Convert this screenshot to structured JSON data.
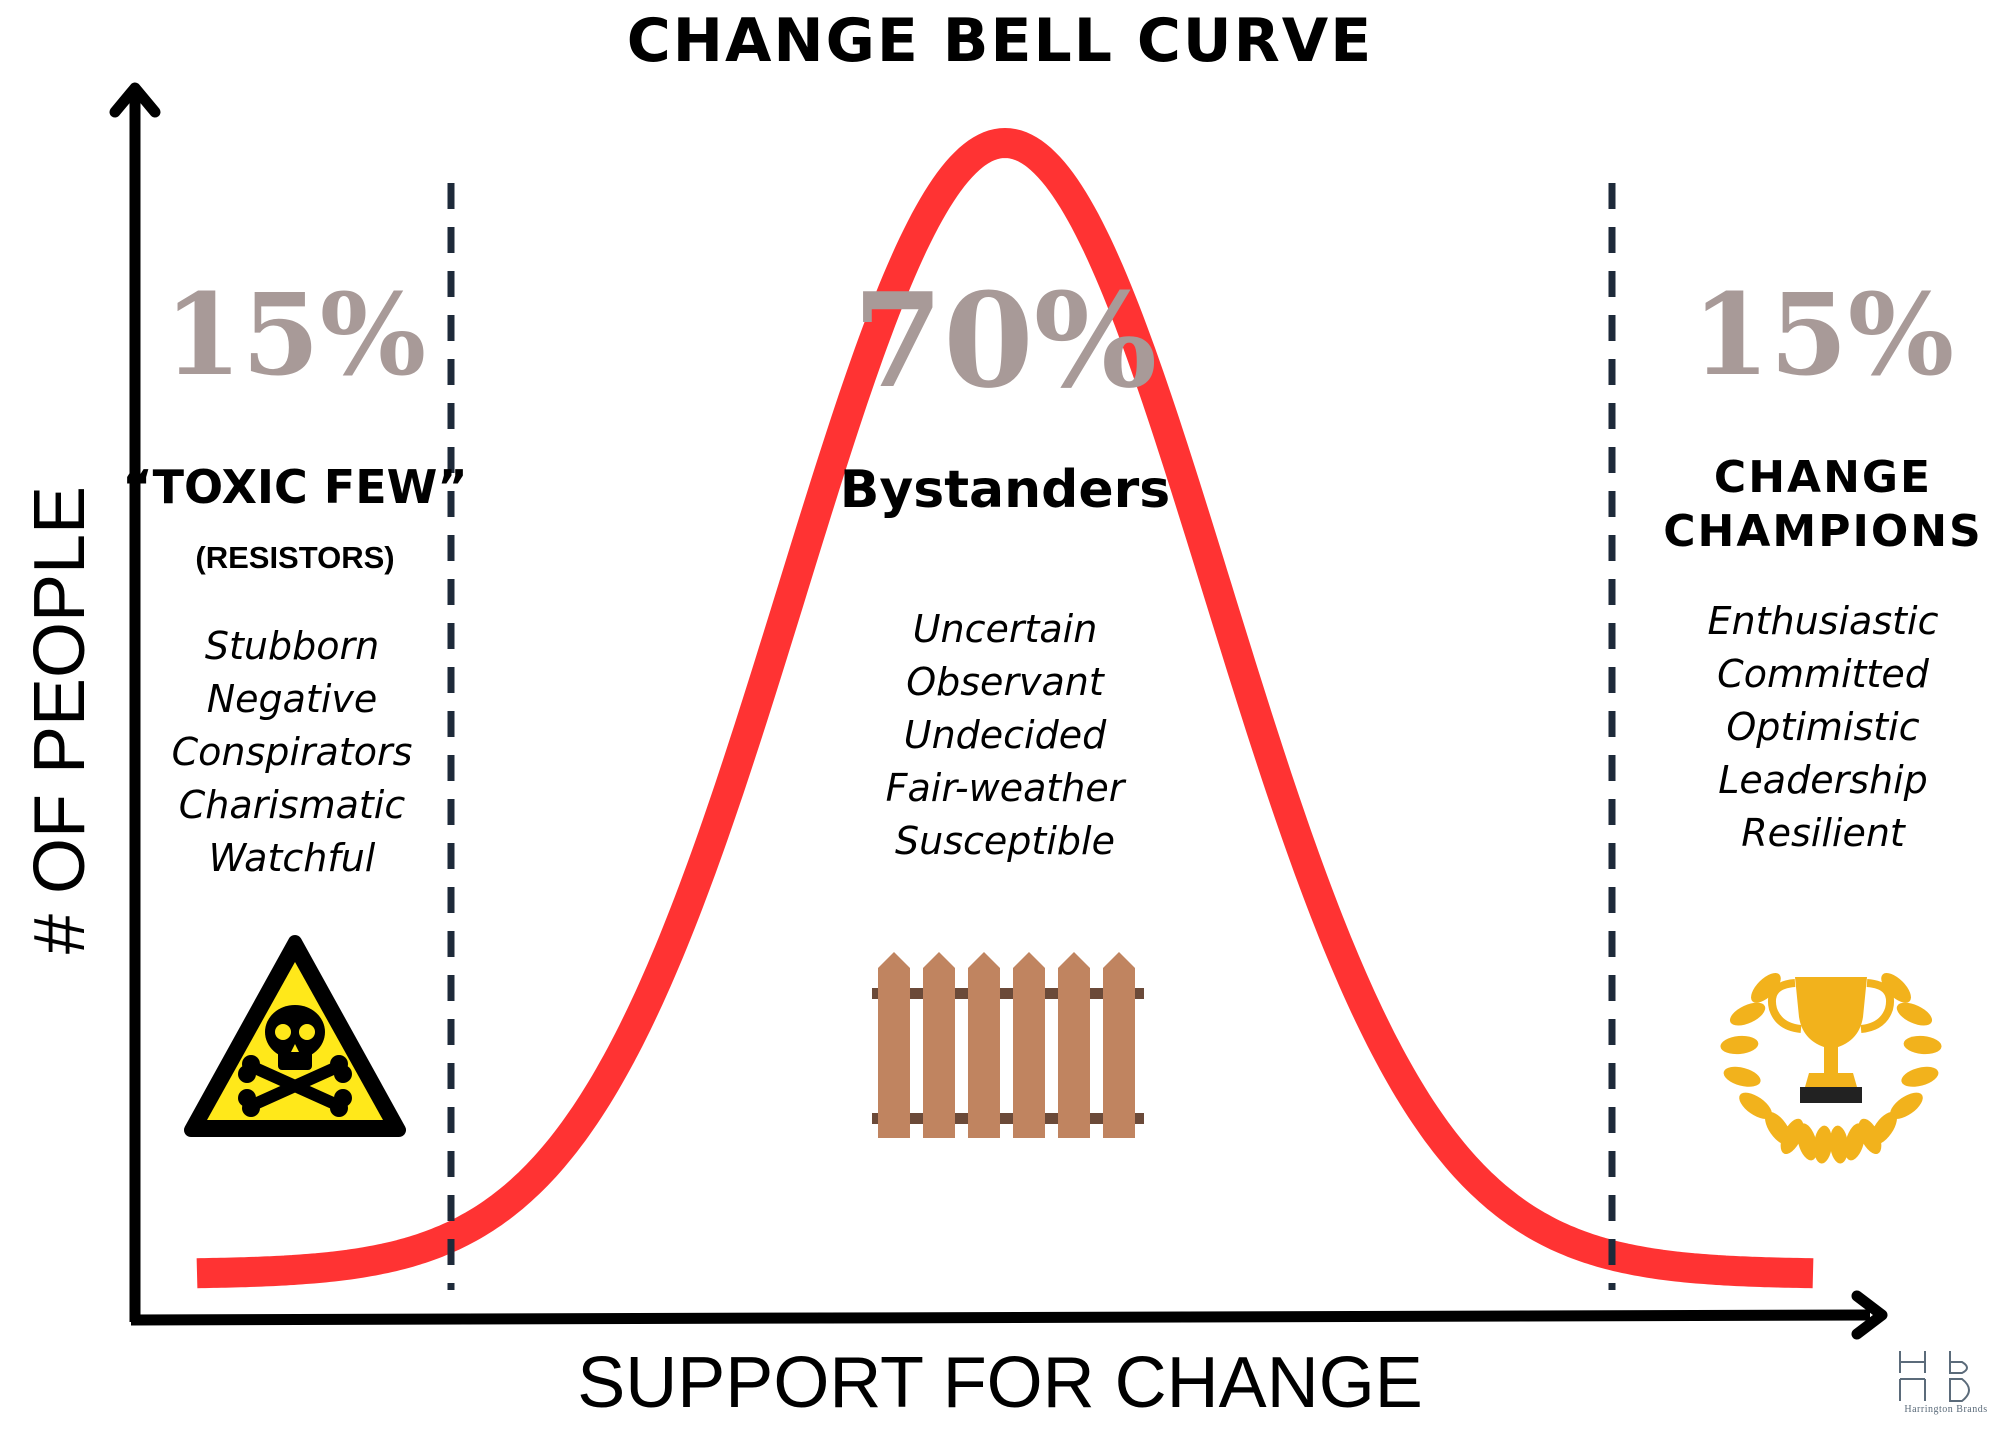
{
  "title": "Change Bell Curve",
  "axes": {
    "x_label": "SUPPORT FOR CHANGE",
    "y_label": "# OF PEOPLE"
  },
  "segments": [
    {
      "percent": "15%",
      "heading": "“TOXIC FEW”",
      "subheading": "(RESISTORS)",
      "traits": [
        "Stubborn",
        "Negative",
        "Conspirators",
        "Charismatic",
        "Watchful"
      ],
      "icon": "toxic-warning-icon"
    },
    {
      "percent": "70%",
      "heading": "Bystanders",
      "traits": [
        "Uncertain",
        "Observant",
        "Undecided",
        "Fair-weather",
        "Susceptible"
      ],
      "icon": "fence-icon"
    },
    {
      "percent": "15%",
      "heading_line1": "CHANGE",
      "heading_line2": "CHAMPIONS",
      "traits": [
        "Enthusiastic",
        "Committed",
        "Optimistic",
        "Leadership",
        "Resilient"
      ],
      "icon": "trophy-laurel-icon"
    }
  ],
  "logo": {
    "text": "Harrington Brands",
    "mark": "HB"
  },
  "colors": {
    "curve": "#ff3333",
    "percent": "#a89a98",
    "divider": "#1e2a3a",
    "fence": "#c08460",
    "trophy": "#f2b21c",
    "warning": "#ffe81a"
  }
}
